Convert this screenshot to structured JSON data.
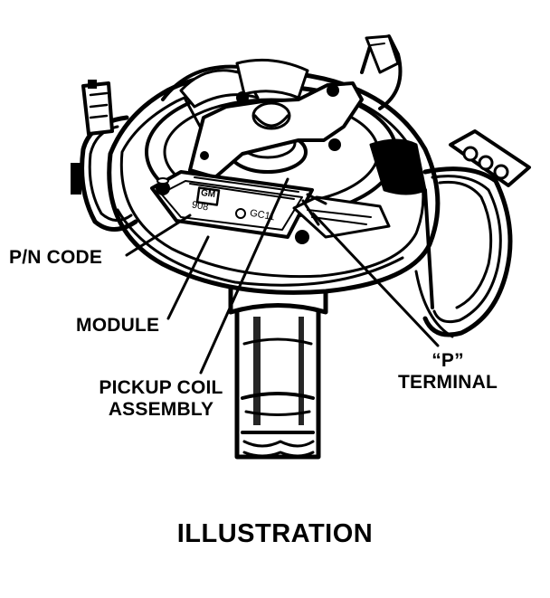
{
  "labels": {
    "pn_code": "P/N CODE",
    "module": "MODULE",
    "pickup_coil_line1": "PICKUP COIL",
    "pickup_coil_line2": "ASSEMBLY",
    "p_terminal_line1": "“P”",
    "p_terminal_line2": "TERMINAL"
  },
  "markings": {
    "logo": "GM",
    "code_left": "908",
    "code_right": "GC11"
  },
  "caption": "ILLUSTRATION",
  "colors": {
    "ink": "#000000",
    "paper": "#ffffff"
  }
}
